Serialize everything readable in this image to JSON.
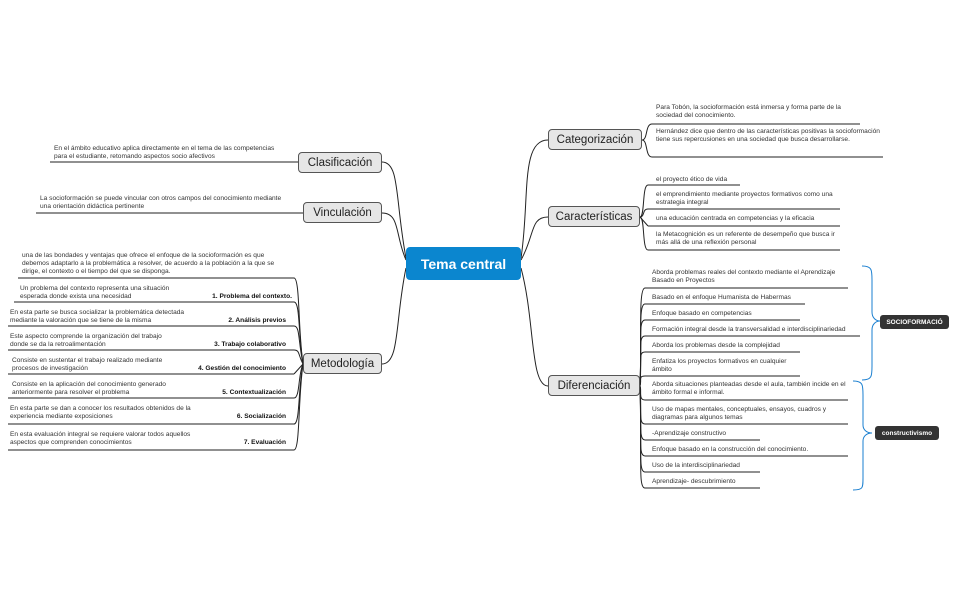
{
  "central": "Tema central",
  "topics": {
    "categorizacion": "Categorización",
    "caracteristicas": "Características",
    "diferenciacion": "Diferenciación",
    "clasificacion": "Clasificación",
    "vinculacion": "Vinculación",
    "metodologia": "Metodología"
  },
  "categorizacion_items": [
    "Para Tobón, la socioformación está inmersa y forma parte de la sociedad del conocimiento.",
    "Hernández dice que dentro de las características positivas la socioformación tiene sus repercusiones en una sociedad que busca desarrollarse."
  ],
  "caracteristicas_items": [
    "el proyecto ético de vida",
    "el emprendimiento mediante proyectos formativos como una estrategia integral",
    "una educación centrada en competencias y la eficacia",
    "la Metacognición es un referente de desempeño que busca ir más allá de una reflexión personal"
  ],
  "diferenciacion_socio": [
    "Aborda problemas reales del contexto mediante el Aprendizaje Basado en Proyectos",
    "Basado en el enfoque Humanista de Habermas",
    "Enfoque basado en competencias",
    "Formación integral desde la transversalidad e interdisciplinariedad",
    "Aborda los problemas desde la complejidad",
    "Enfatiza los proyectos formativos en cualquier ámbito"
  ],
  "diferenciacion_constr": [
    "Aborda situaciones planteadas desde el aula, también incide en el ámbito formal e informal.",
    "Uso de mapas mentales, conceptuales, ensayos, cuadros y diagramas para algunos temas",
    "-Aprendizaje constructivo",
    "Enfoque basado en la construcción del conocimiento.",
    "Uso de la interdisciplinariedad",
    "Aprendizaje- descubrimiento"
  ],
  "tags": {
    "socio": "SOCIOFORMACIÓ",
    "constr": "constructivismo"
  },
  "clasificacion_note": "En el ámbito educativo aplica directamente en el tema de las competencias para el estudiante, retomando aspectos socio afectivos",
  "vinculacion_note": "La socioformación se puede vincular con otros campos del conocimiento mediante una orientación didáctica pertinente",
  "metodologia_note": "una de las bondades y ventajas que ofrece el enfoque de la socioformación es que debemos adaptarlo a la problemática a resolver, de acuerdo a la población a la que se dirige, el contexto o el tiempo del que se disponga.",
  "metodologia_steps": [
    {
      "label": "1. Problema del contexto.",
      "text": "Un problema del contexto representa una situación esperada donde exista una necesidad"
    },
    {
      "label": "2. Análisis previos",
      "text": "En esta parte se busca socializar la problemática detectada mediante la valoración que se tiene de la misma"
    },
    {
      "label": "3. Trabajo colaborativo",
      "text": "Este aspecto comprende la organización del trabajo donde se da la retroalimentación"
    },
    {
      "label": "4. Gestión del conocimiento",
      "text": "Consiste en sustentar el trabajo realizado mediante procesos de investigación"
    },
    {
      "label": "5. Contextualización",
      "text": "Consiste en la aplicación del conocimiento generado anteriormente para resolver el problema"
    },
    {
      "label": "6. Socialización",
      "text": "En esta parte se dan a conocer los resultados obtenidos de la experiencia mediante exposiciones"
    },
    {
      "label": "7. Evaluación",
      "text": "En esta evaluación integral se requiere valorar todos aquellos aspectos que comprenden conocimientos"
    }
  ]
}
